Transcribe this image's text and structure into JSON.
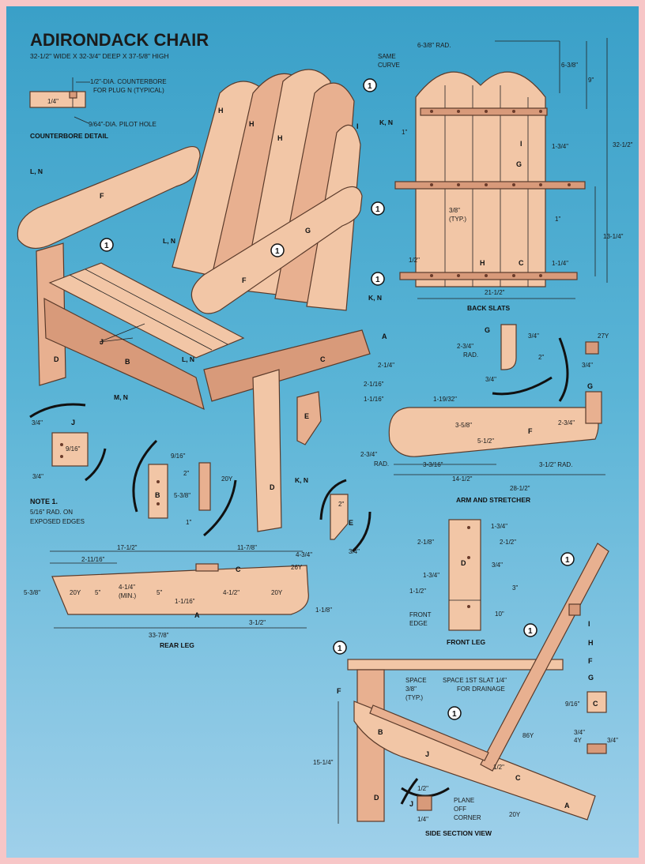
{
  "title": "ADIRONDACK CHAIR",
  "subtitle": "32-1/2\" WIDE X 32-3/4\" DEEP X 37-5/8\" HIGH",
  "counterbore": {
    "note1": "1/2\"-DIA. COUNTERBORE",
    "note2": "FOR PLUG N (TYPICAL)",
    "depth": "1/4\"",
    "pilot": "9/64\"-DIA. PILOT HOLE",
    "caption": "COUNTERBORE DETAIL"
  },
  "part_labels": {
    "A": "A",
    "B": "B",
    "C": "C",
    "D": "D",
    "E": "E",
    "F": "F",
    "G": "G",
    "H": "H",
    "I": "I",
    "J": "J",
    "LN": "L, N",
    "KN": "K, N",
    "MN": "M, N"
  },
  "callout_one": "1",
  "note": {
    "title": "NOTE 1.",
    "line1": "5/16\" RAD. ON",
    "line2": "EXPOSED EDGES"
  },
  "back_slats": {
    "caption": "BACK SLATS",
    "rad": "6-3/8\" RAD.",
    "same": "SAME",
    "curve": "CURVE",
    "d_638": "6-3/8\"",
    "d_9": "9\"",
    "d_3212": "32-1/2\"",
    "d_1": "1\"",
    "d_134": "1-3/4\"",
    "d_38": "3/8\"",
    "typ": "(TYP.)",
    "d_1b": "1\"",
    "d_1314": "13-1/4\"",
    "d_12": "1/2\"",
    "d_114": "1-1/4\"",
    "d_2112": "21-1/2\""
  },
  "arm": {
    "caption": "ARM AND STRETCHER",
    "d_34a": "3/4\"",
    "d_27": "27Y",
    "d_234rad": "2-3/4\"",
    "rad": "RAD.",
    "d_2": "2\"",
    "d_34b": "3/4\"",
    "d_34c": "3/4\"",
    "d_214": "2-1/4\"",
    "d_2116": "2-1/16\"",
    "d_1116": "1-1/16\"",
    "d_11932": "1-19/32\"",
    "d_358": "3-5/8\"",
    "d_512": "5-1/2\"",
    "d_234b": "2-3/4\"",
    "d_234c": "2-3/4\"",
    "rad2": "RAD.",
    "d_3316": "3-3/16\"",
    "d_312rad": "3-1/2\" RAD.",
    "d_1412": "14-1/2\"",
    "d_2812": "28-1/2\""
  },
  "details": {
    "j_34a": "3/4\"",
    "j_916": "9/16\"",
    "j_34b": "3/4\"",
    "b_916": "9/16\"",
    "b_2": "2\"",
    "b_538": "5-3/8\"",
    "b_20": "20Y",
    "b_1": "1\"",
    "e_2": "2\"",
    "e_34": "3/4\""
  },
  "rear_leg": {
    "caption": "REAR LEG",
    "d_1712": "17-1/2\"",
    "d_1178": "11-7/8\"",
    "d_434": "4-3/4\"",
    "d_21116": "2-11/16\"",
    "d_26": "26Y",
    "d_538": "5-3/8\"",
    "d_20a": "20Y",
    "d_5a": "5\"",
    "d_414": "4-1/4\"",
    "min": "(MIN.)",
    "d_5b": "5\"",
    "d_11116": "1-1/16\"",
    "d_412": "4-1/2\"",
    "d_20b": "20Y",
    "d_118": "1-1/8\"",
    "d_312": "3-1/2\"",
    "d_3378": "33-7/8\""
  },
  "front_leg": {
    "caption": "FRONT LEG",
    "d_134": "1-3/4\"",
    "d_218": "2-1/8\"",
    "d_212": "2-1/2\"",
    "d_34": "3/4\"",
    "d_134b": "1-3/4\"",
    "d_112": "1-1/2\"",
    "d_3": "3\"",
    "front": "FRONT",
    "edge": "EDGE",
    "d_10": "10\""
  },
  "side_section": {
    "caption": "SIDE SECTION VIEW",
    "space1": "SPACE",
    "space2": "3/8\"",
    "space3": "(TYP.)",
    "slat1": "SPACE 1ST SLAT 1/4\"",
    "slat2": "FOR DRAINAGE",
    "d_86": "86Y",
    "d_1514": "15-1/4\"",
    "d_12a": "1/2\"",
    "d_12b": "1/2\"",
    "d_14": "1/4\"",
    "plane1": "PLANE",
    "plane2": "OFF",
    "plane3": "CORNER",
    "d_20": "20Y",
    "c_916": "9/16\"",
    "c_34a": "3/4\"",
    "c_4": "4Y",
    "c_34b": "3/4\""
  }
}
